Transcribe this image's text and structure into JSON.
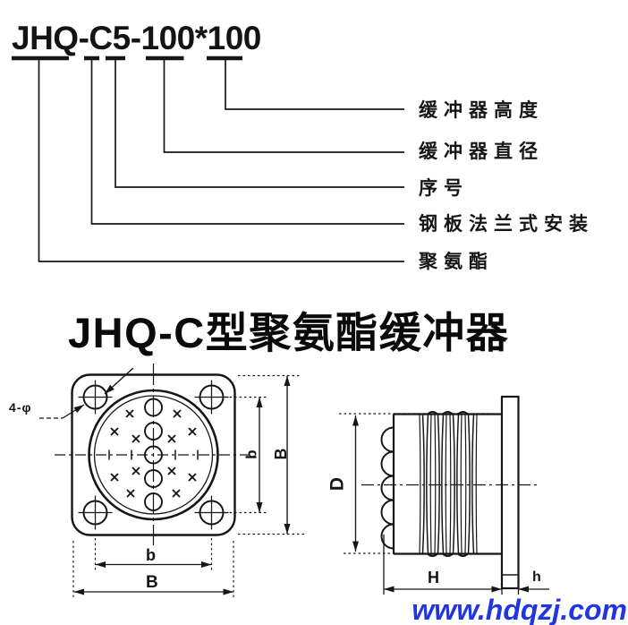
{
  "model_breakdown": {
    "model": "JHQ-C5-100*100",
    "labels": [
      "缓冲器高度",
      "缓冲器直径",
      "序号",
      "钢板法兰式安装",
      "聚氨酯"
    ]
  },
  "title": "JHQ-C型聚氨酯缓冲器",
  "front_view": {
    "hole_note": "4-φ",
    "dim_bolt_span_vertical": "b",
    "dim_plate_height": "B",
    "dim_bolt_span_bottom": "b",
    "dim_plate_width_bottom": "B"
  },
  "side_view": {
    "dim_diameter": "D",
    "dim_body_length": "H",
    "dim_flange_thickness": "h"
  },
  "watermark": "www.hdqzj.com",
  "colors": {
    "line": "#161616",
    "watermark_blue": "#2135e0",
    "background": "#ffffff"
  }
}
